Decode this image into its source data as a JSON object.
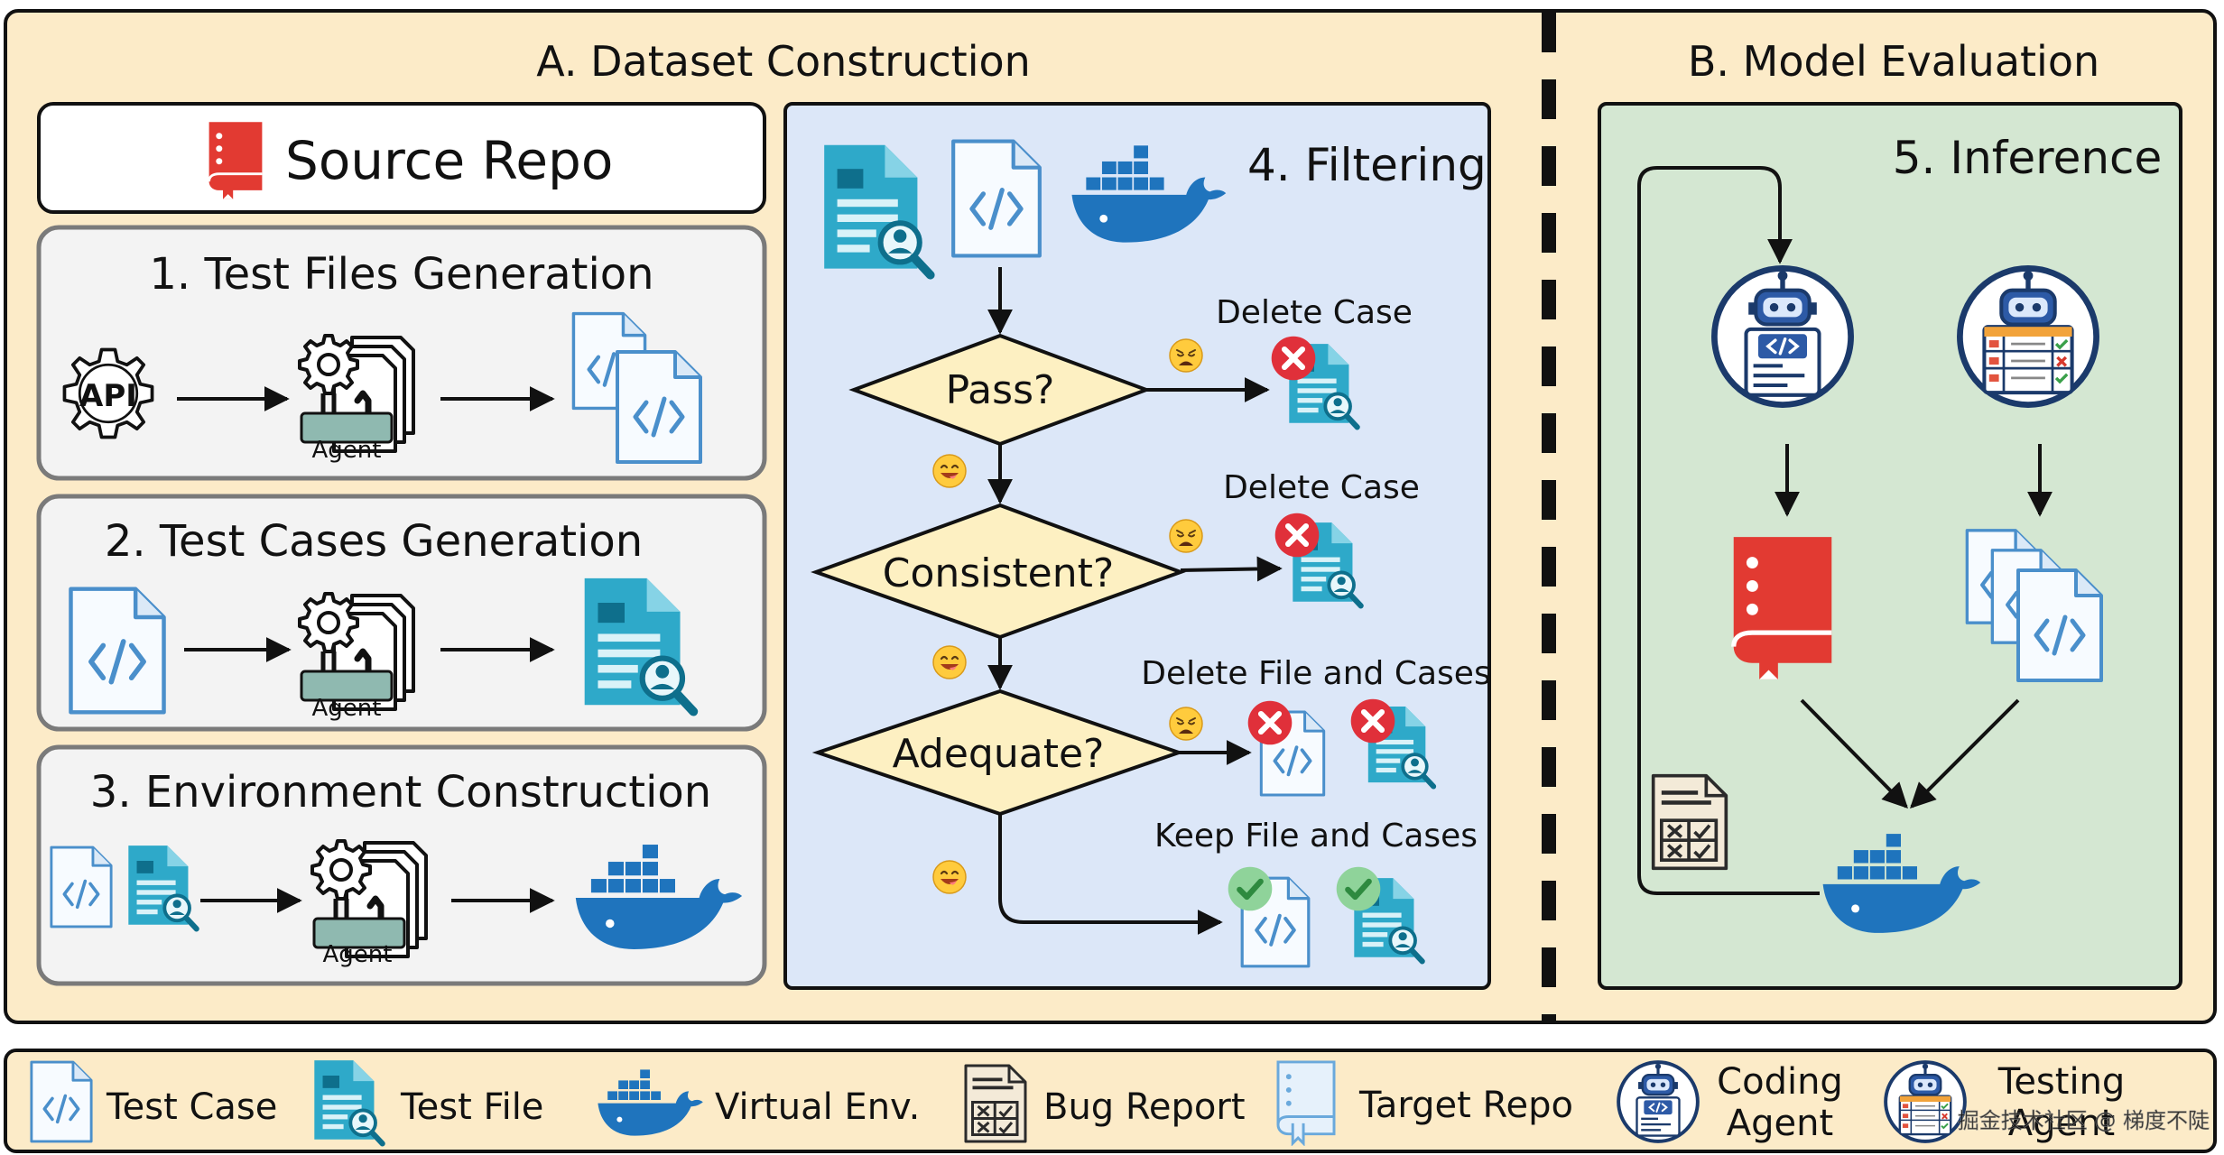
{
  "sections": {
    "dataset_title": "A. Dataset Construction",
    "eval_title": "B. Model Evaluation"
  },
  "source_repo": {
    "label": "Source Repo"
  },
  "steps": [
    {
      "label": "1. Test Files Generation",
      "input_icon": "api-gear-icon",
      "agent_label": "Agent"
    },
    {
      "label": "2. Test Cases Generation",
      "agent_label": "Agent"
    },
    {
      "label": "3. Environment Construction",
      "agent_label": "Agent"
    }
  ],
  "api_label": "API",
  "filtering": {
    "title": "4. Filtering",
    "decisions": [
      {
        "label": "Pass?",
        "fail_label": "Delete Case"
      },
      {
        "label": "Consistent?",
        "fail_label": "Delete Case"
      },
      {
        "label": "Adequate?",
        "fail_label": "Delete File and Cases"
      }
    ],
    "success_label": "Keep File and Cases"
  },
  "inference": {
    "title": "5. Inference"
  },
  "legend": [
    {
      "label": "Test Case",
      "icon": "test-case-icon"
    },
    {
      "label": "Test File",
      "icon": "test-file-icon"
    },
    {
      "label": "Virtual Env.",
      "icon": "docker-whale-icon"
    },
    {
      "label": "Bug Report",
      "icon": "bug-report-icon"
    },
    {
      "label": "Target Repo",
      "icon": "target-repo-icon"
    },
    {
      "label_line1": "Coding",
      "label_line2": "Agent",
      "icon": "coding-agent-icon"
    },
    {
      "label_line1": "Testing",
      "label_line2": "Agent",
      "icon": "testing-agent-icon"
    }
  ],
  "watermark": "掘金技术社区 @ 梯度不陡",
  "colors": {
    "panel_bg": "#fcebc8",
    "filter_bg": "#dce7f8",
    "inference_bg": "#d4e7d2",
    "step_bg": "#f3f3f3",
    "decision_fill": "#fdf0c2",
    "icon_blue": "#3aa0d8",
    "docker_blue": "#1f74bd",
    "repo_red": "#e23a32",
    "check_green": "#4cb85a"
  }
}
